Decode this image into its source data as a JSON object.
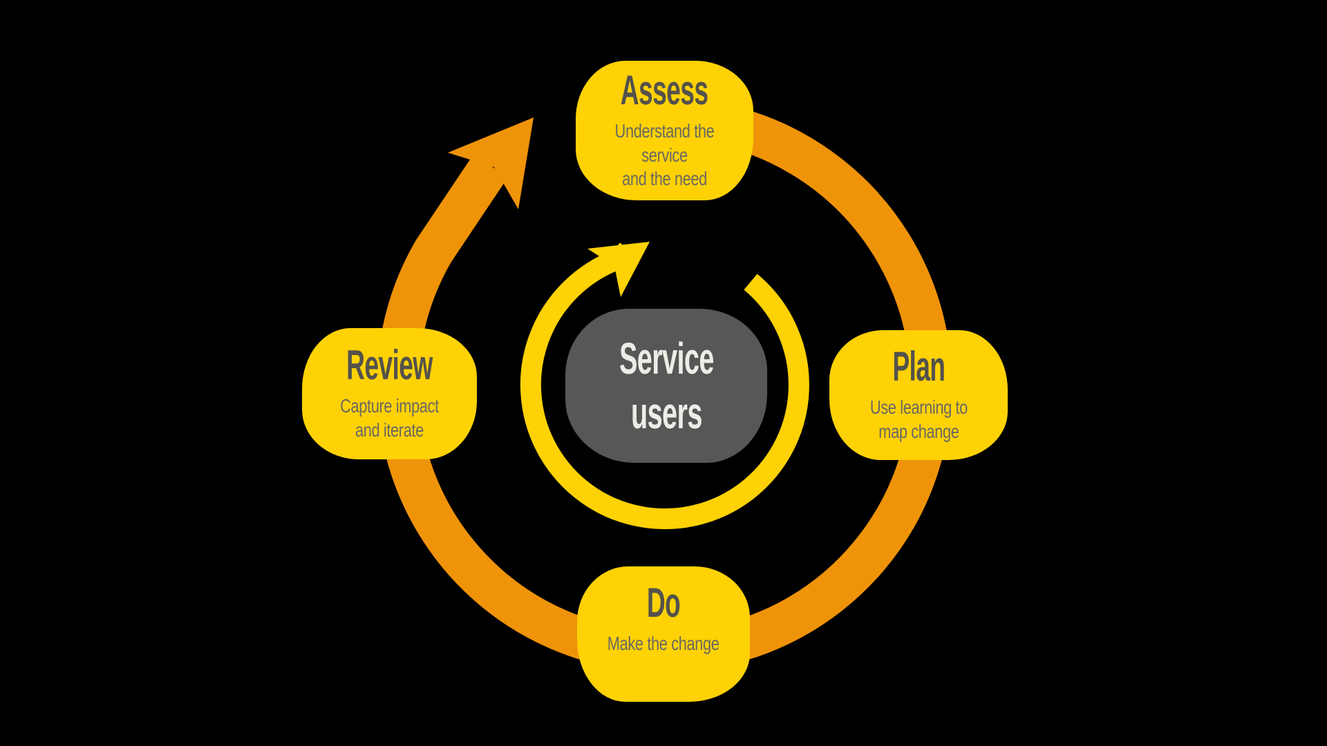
{
  "diagram": {
    "title_semantic": "Cycle diagram: Assess, Plan, Do, Review around Service users",
    "colors": {
      "background": "#000000",
      "ring_orange": "#EF9309",
      "accent_yellow": "#FFD205",
      "center_gray": "#575757",
      "title_text": "#54524C",
      "subtitle_text": "#6A6862",
      "center_text": "#EDECE6"
    },
    "center": {
      "title": "Service\nusers"
    },
    "nodes": [
      {
        "id": "assess",
        "position": "top",
        "title": "Assess",
        "subtitle": "Understand the service\nand the need"
      },
      {
        "id": "plan",
        "position": "right",
        "title": "Plan",
        "subtitle": "Use learning to\nmap change"
      },
      {
        "id": "do",
        "position": "bottom",
        "title": "Do",
        "subtitle": "Make the change"
      },
      {
        "id": "review",
        "position": "left",
        "title": "Review",
        "subtitle": "Capture impact\nand iterate"
      }
    ],
    "icons": {
      "outer_arrow": "clockwise-cycle-arrow",
      "inner_arrow": "clockwise-loop-arrow"
    }
  }
}
